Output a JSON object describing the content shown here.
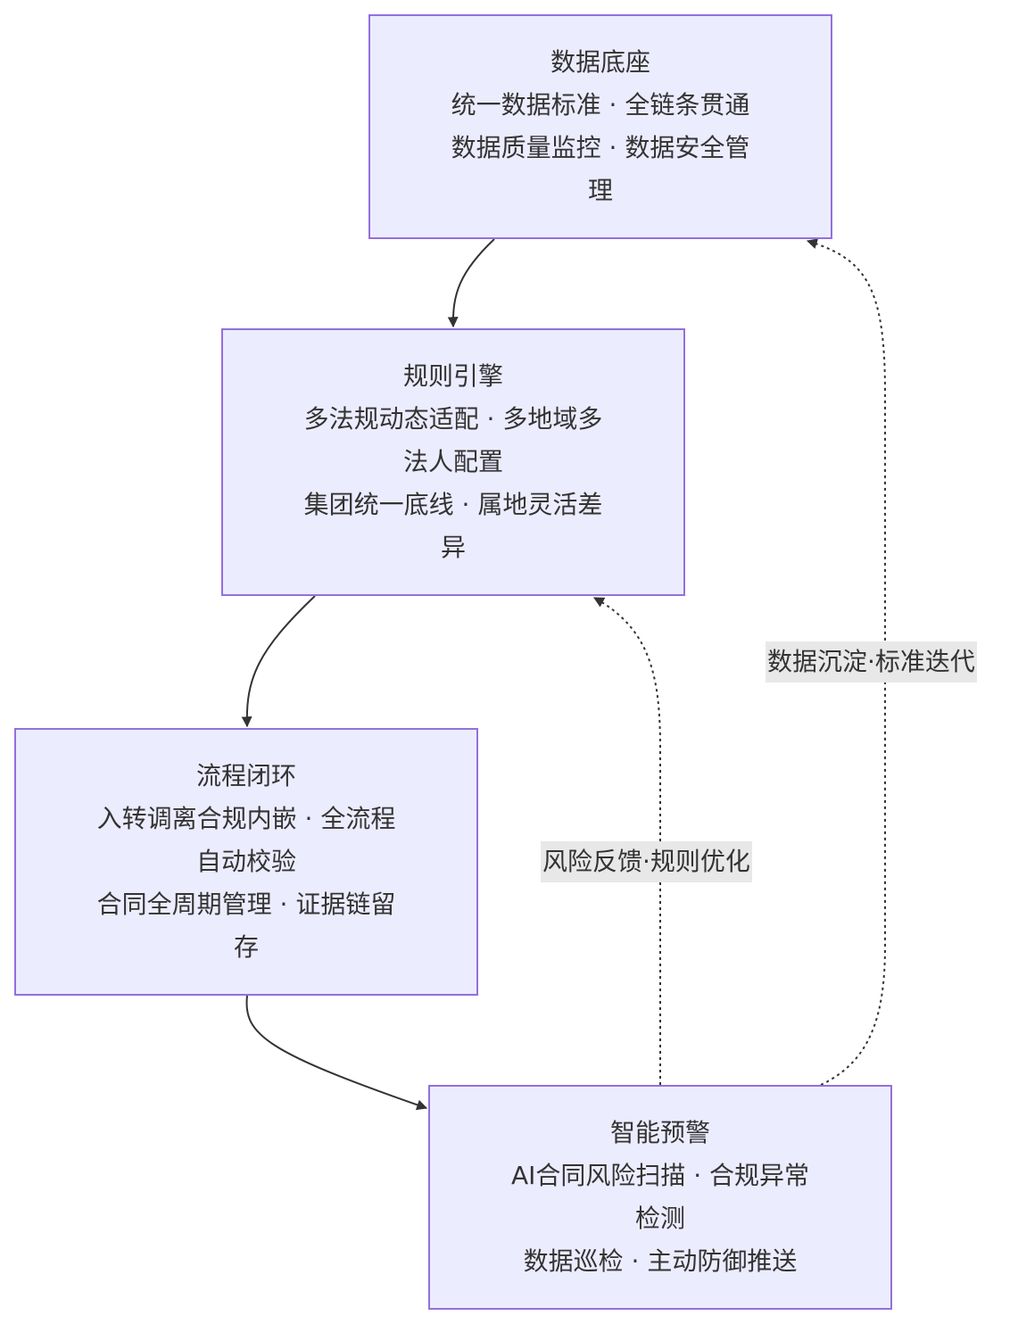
{
  "nodes": {
    "data_base": {
      "title": "数据底座",
      "lines": [
        "统一数据标准 · 全链条贯通",
        "数据质量监控 · 数据安全管",
        "理"
      ]
    },
    "rule_engine": {
      "title": "规则引擎",
      "lines": [
        "多法规动态适配 · 多地域多",
        "法人配置",
        "集团统一底线 · 属地灵活差",
        "异"
      ]
    },
    "process_loop": {
      "title": "流程闭环",
      "lines": [
        "入转调离合规内嵌 · 全流程",
        "自动校验",
        "合同全周期管理 · 证据链留",
        "存"
      ]
    },
    "smart_alert": {
      "title": "智能预警",
      "lines": [
        "AI合同风险扫描 · 合规异常",
        "检测",
        "数据巡检 · 主动防御推送"
      ]
    }
  },
  "edge_labels": {
    "risk_feedback": "风险反馈·规则优化",
    "data_sediment": "数据沉淀·标准迭代"
  },
  "colors": {
    "node_fill": "#ececff",
    "node_border": "#9370db",
    "edge": "#333333",
    "label_bg": "#e8e8e8"
  }
}
